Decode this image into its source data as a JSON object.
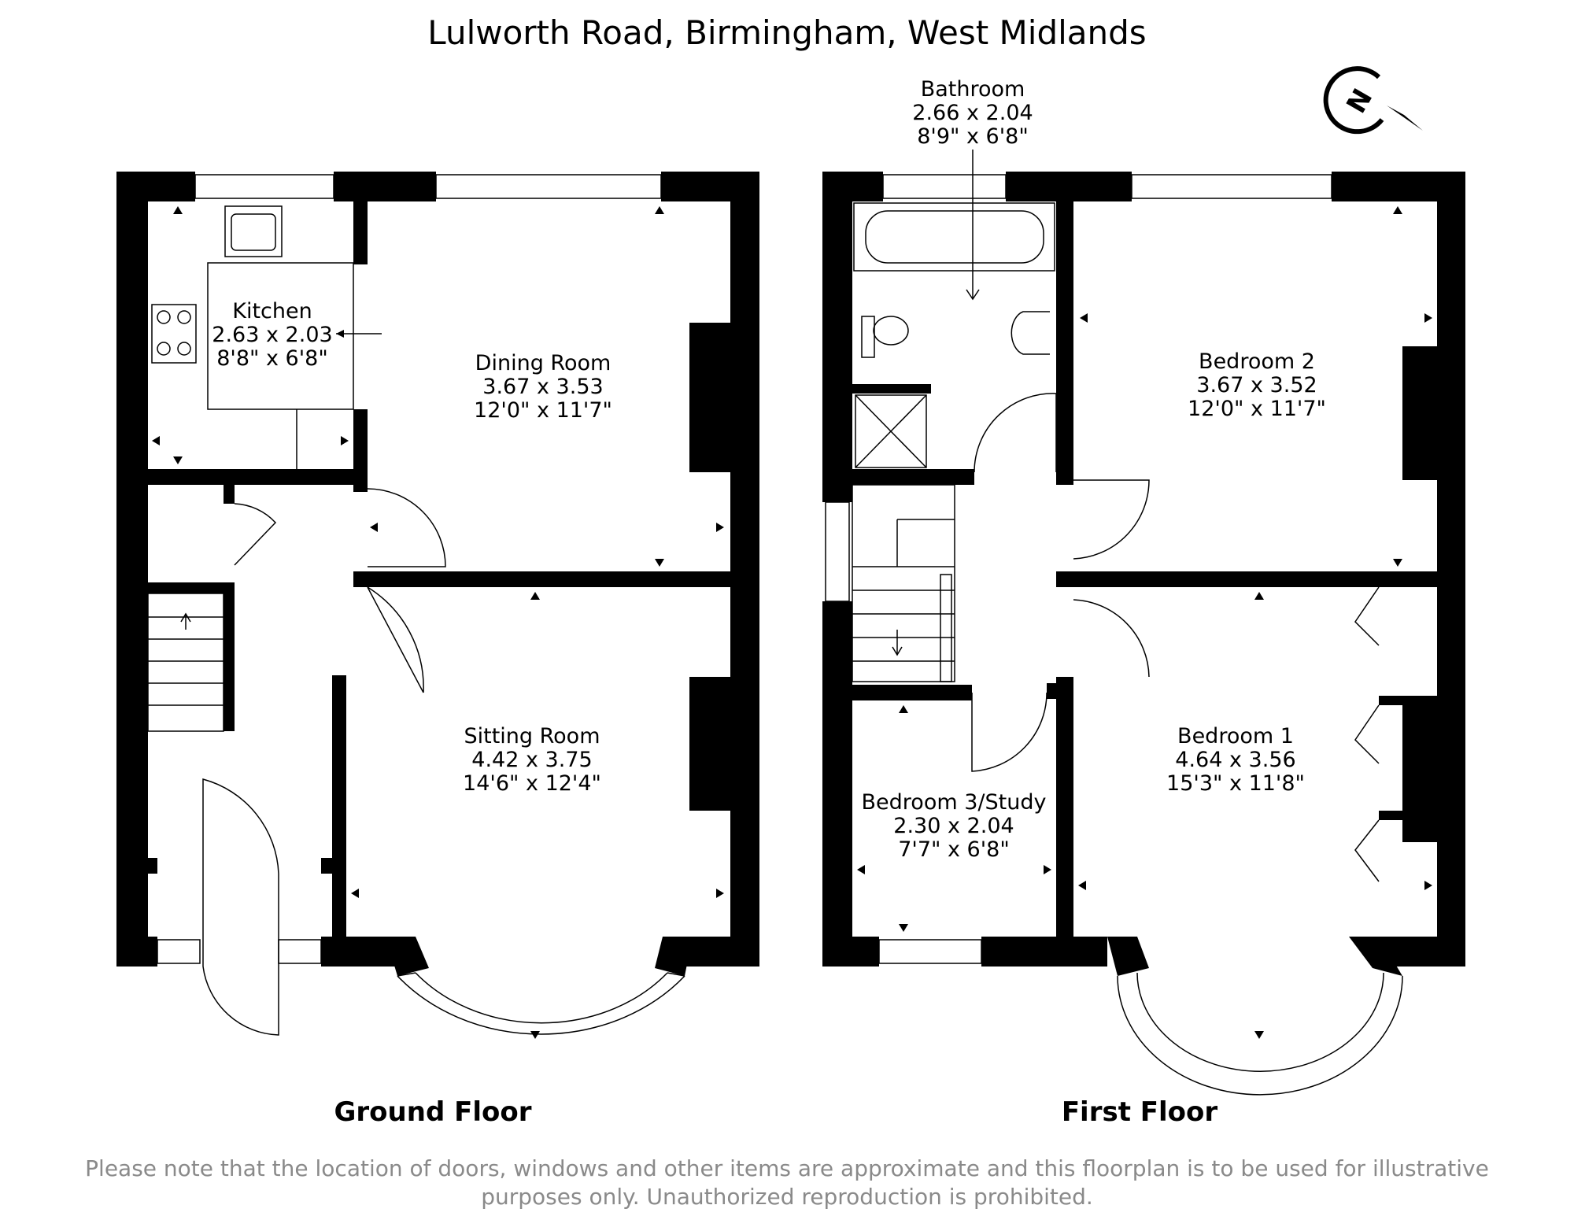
{
  "header": {
    "title": "Lulworth Road, Birmingham, West Midlands"
  },
  "compass": {
    "letter": "N"
  },
  "floors": [
    {
      "name": "Ground Floor",
      "rooms": [
        {
          "name": "Kitchen",
          "metric": "2.63 x 2.03",
          "imperial": "8'8\" x 6'8\""
        },
        {
          "name": "Dining Room",
          "metric": "3.67 x 3.53",
          "imperial": "12'0\" x 11'7\""
        },
        {
          "name": "Sitting Room",
          "metric": "4.42 x 3.75",
          "imperial": "14'6\" x 12'4\""
        }
      ]
    },
    {
      "name": "First Floor",
      "rooms": [
        {
          "name": "Bathroom",
          "metric": "2.66 x 2.04",
          "imperial": "8'9\" x 6'8\""
        },
        {
          "name": "Bedroom 2",
          "metric": "3.67 x 3.52",
          "imperial": "12'0\" x 11'7\""
        },
        {
          "name": "Bedroom 1",
          "metric": "4.64 x 3.56",
          "imperial": "15'3\" x 11'8\""
        },
        {
          "name": "Bedroom 3/Study",
          "metric": "2.30 x 2.04",
          "imperial": "7'7\" x 6'8\""
        }
      ]
    }
  ],
  "footer": {
    "disclaimer_line1": "Please note that the location of doors, windows and other items are approximate and this floorplan is to be used for illustrative",
    "disclaimer_line2": "purposes only. Unauthorized reproduction is prohibited."
  }
}
